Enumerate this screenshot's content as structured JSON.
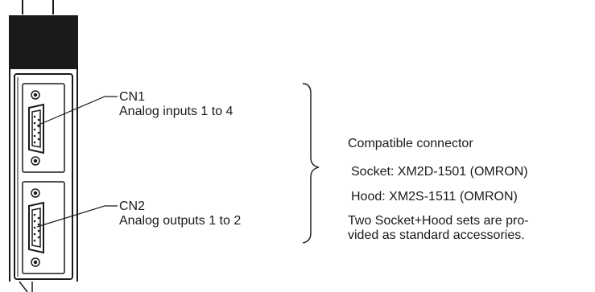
{
  "cn1": {
    "name": "CN1",
    "desc": "Analog inputs 1 to 4"
  },
  "cn2": {
    "name": "CN2",
    "desc": "Analog outputs 1 to 2"
  },
  "notes": {
    "heading": "Compatible connector",
    "socket": "Socket: XM2D-1501 (OMRON)",
    "hood": "Hood: XM2S-1511 (OMRON)",
    "accessories_line1": "Two Socket+Hood sets are pro-",
    "accessories_line2": "vided as standard accessories."
  }
}
